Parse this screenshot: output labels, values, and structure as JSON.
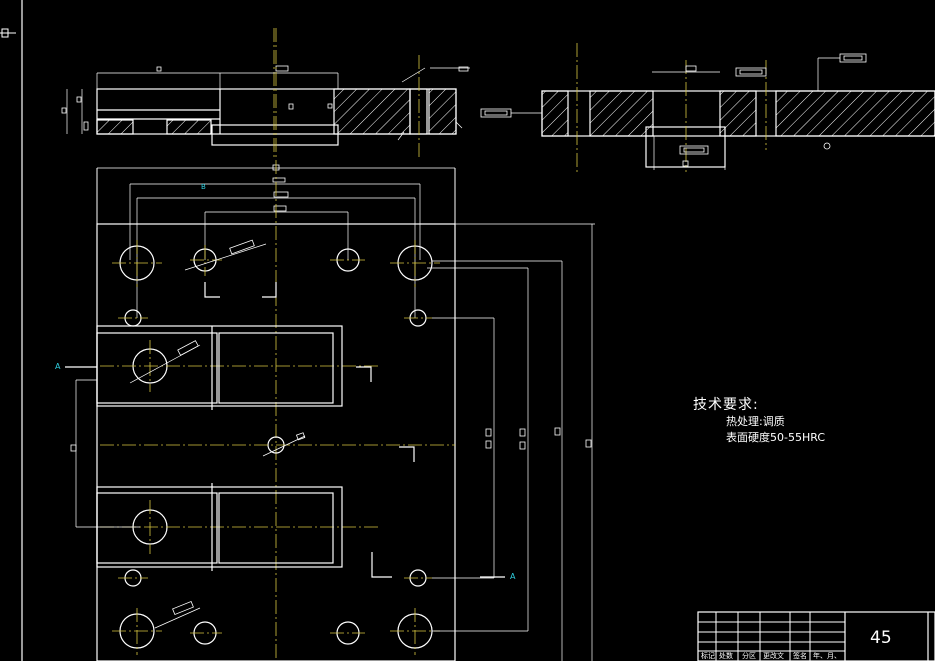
{
  "tech_requirements": {
    "title": "技术要求:",
    "lines": [
      "热处理:调质",
      "表面硬度50-55HRC"
    ]
  },
  "section_labels": {
    "start": "A",
    "end": "A"
  },
  "aux_label": "B",
  "title_block": {
    "material": "45",
    "columns": [
      "标记",
      "处数",
      "分区",
      "更改文",
      "签名",
      "年、月、"
    ]
  },
  "colors": {
    "background": "#000000",
    "lines": "#ffffff",
    "centerlines": "#d8c640",
    "section_marks": "#2fd0e0"
  }
}
